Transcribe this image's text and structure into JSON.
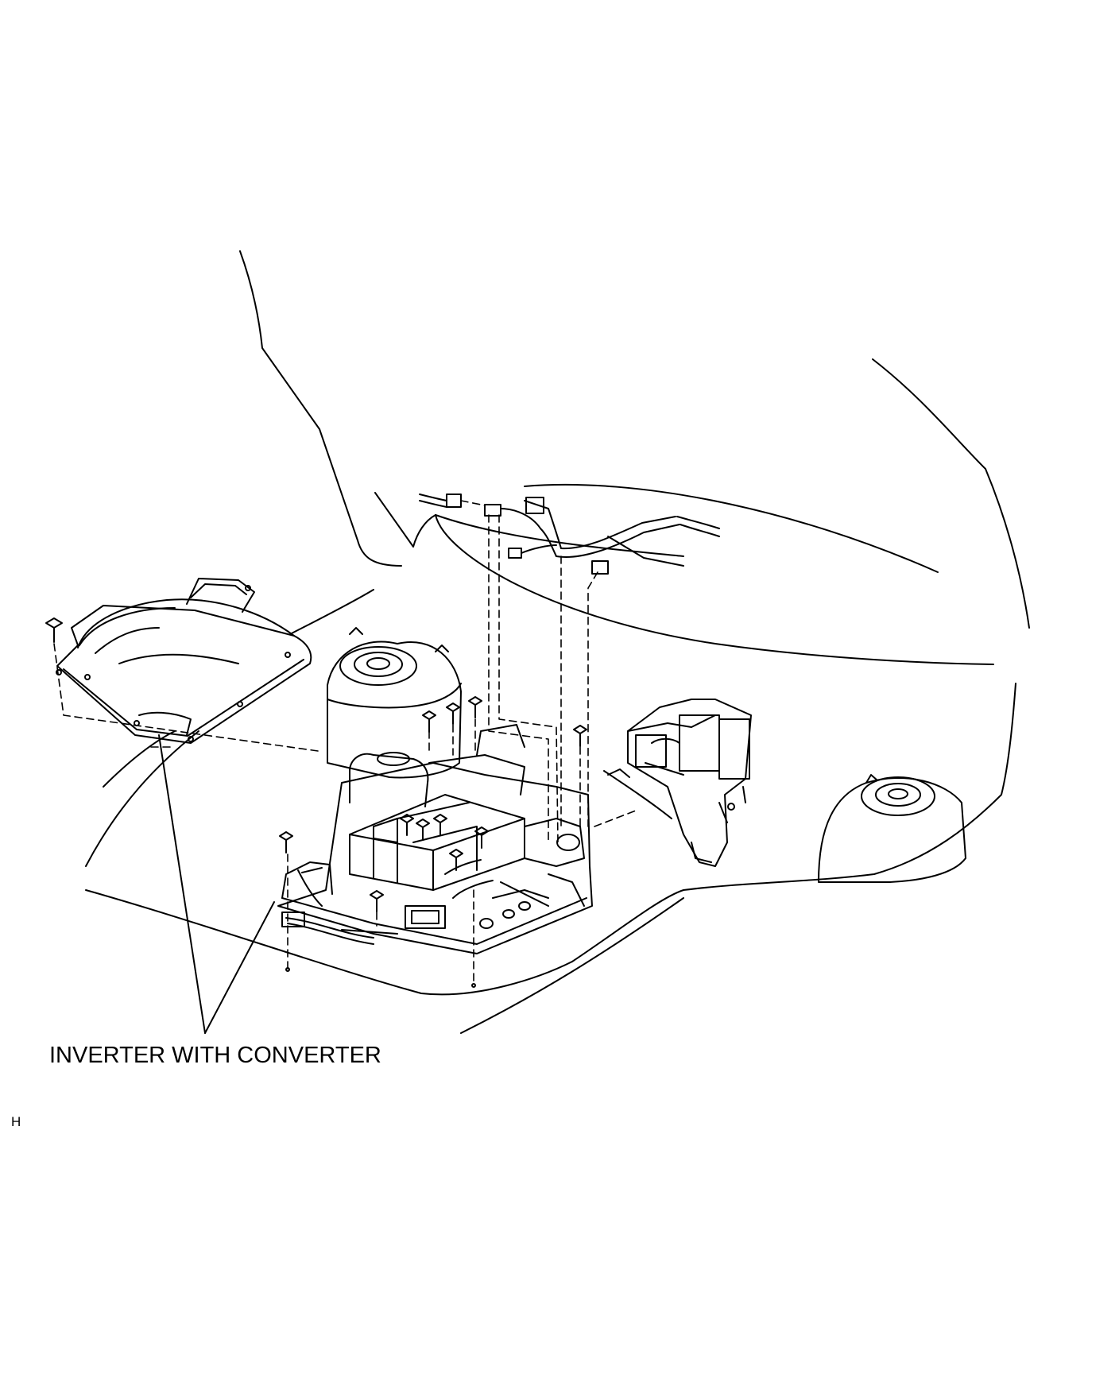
{
  "diagram": {
    "callout_label": "INVERTER WITH CONVERTER",
    "corner_mark": "H",
    "line_color": "#000000",
    "background": "#ffffff",
    "parts": [
      "inverter-cover",
      "inverter-with-converter",
      "wire-harness",
      "brake-actuator",
      "strut-tower-left",
      "strut-tower-right",
      "bolts"
    ]
  }
}
